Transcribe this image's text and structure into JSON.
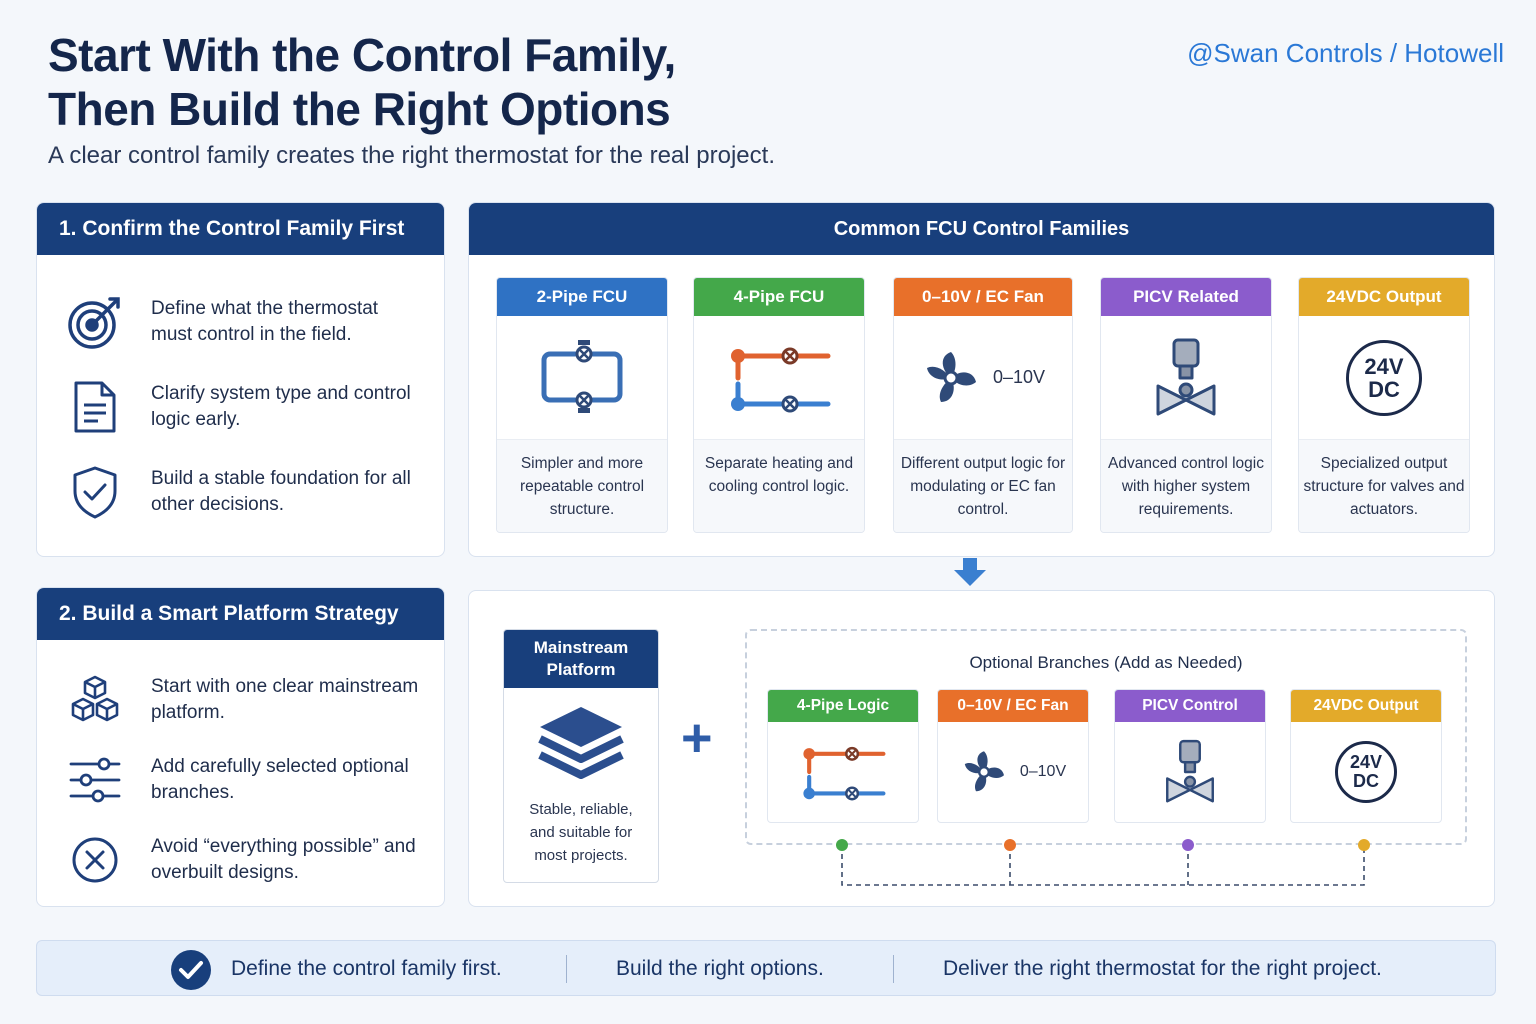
{
  "header": {
    "title_line1": "Start With the Control Family,",
    "title_line2": "Then Build the Right Options",
    "subtitle": "A clear control family creates the right thermostat for the real project.",
    "brand": "@Swan Controls / Hotowell"
  },
  "section1": {
    "title": "1. Confirm the Control Family First",
    "items": [
      {
        "icon": "target-icon",
        "text": "Define what the thermostat must control in the field."
      },
      {
        "icon": "document-icon",
        "text": "Clarify system type and control logic early."
      },
      {
        "icon": "shield-check-icon",
        "text": "Build a stable foundation for all other decisions."
      }
    ]
  },
  "section2": {
    "title": "2. Build a Smart Platform Strategy",
    "items": [
      {
        "icon": "cubes-icon",
        "text": "Start with one clear mainstream platform."
      },
      {
        "icon": "sliders-icon",
        "text": "Add carefully selected optional branches."
      },
      {
        "icon": "x-circle-icon",
        "text": "Avoid “everything possible” and overbuilt designs."
      }
    ]
  },
  "families": {
    "title": "Common FCU Control Families",
    "cards": [
      {
        "label": "2-Pipe FCU",
        "color": "#2f72c4",
        "desc": "Simpler and more repeatable control structure."
      },
      {
        "label": "4-Pipe FCU",
        "color": "#44a84a",
        "desc": "Separate heating and cooling control logic."
      },
      {
        "label": "0–10V / EC Fan",
        "color": "#e8702a",
        "fan_label": "0–10V",
        "desc": "Different output logic for modulating or EC fan control."
      },
      {
        "label": "PICV Related",
        "color": "#8b5ccc",
        "desc": "Advanced control logic with higher system requirements."
      },
      {
        "label": "24VDC Output",
        "color": "#e3aa2a",
        "badge_line1": "24V",
        "badge_line2": "DC",
        "desc": "Specialized output structure for valves and actuators."
      }
    ]
  },
  "platform": {
    "mainstream_title_line1": "Mainstream",
    "mainstream_title_line2": "Platform",
    "mainstream_desc": "Stable, reliable, and suitable for most projects.",
    "plus": "+",
    "optional_title": "Optional Branches (Add as Needed)",
    "options": [
      {
        "label": "4-Pipe Logic",
        "color": "#44a84a"
      },
      {
        "label": "0–10V / EC Fan",
        "color": "#e8702a",
        "fan_label": "0–10V"
      },
      {
        "label": "PICV Control",
        "color": "#8b5ccc"
      },
      {
        "label": "24VDC Output",
        "color": "#e3aa2a",
        "badge_line1": "24V",
        "badge_line2": "DC"
      }
    ]
  },
  "footer": {
    "item1": "Define the control family first.",
    "item2": "Build the right options.",
    "item3": "Deliver the right thermostat for the right project."
  }
}
